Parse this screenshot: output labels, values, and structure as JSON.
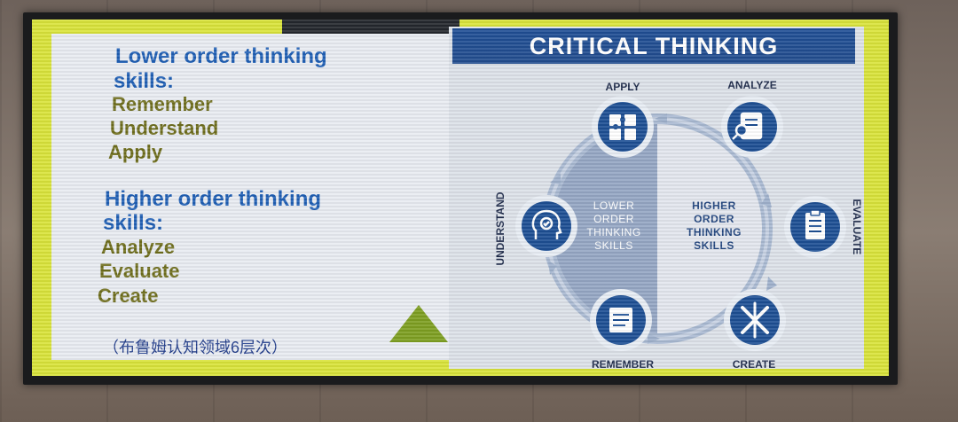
{
  "slide": {
    "left": {
      "lower_heading_1": "Lower order thinking",
      "lower_heading_2": "skills:",
      "lower_items": [
        "Remember",
        "Understand",
        "Apply"
      ],
      "higher_heading_1": "Higher order thinking",
      "higher_heading_2": "skills:",
      "higher_items": [
        "Analyze",
        "Evaluate",
        "Create"
      ],
      "caption": "（布鲁姆认知领域6层次）"
    },
    "right": {
      "title": "CRITICAL THINKING",
      "center_left": [
        "LOWER",
        "ORDER",
        "THINKING",
        "SKILLS"
      ],
      "center_right": [
        "HIGHER",
        "ORDER",
        "THINKING",
        "SKILLS"
      ],
      "nodes": {
        "apply": "APPLY",
        "analyze": "ANALYZE",
        "evaluate": "EVALUATE",
        "create": "CREATE",
        "remember": "REMEMBER",
        "understand": "UNDERSTAND"
      }
    }
  },
  "icons": [
    "puzzle-icon",
    "magnifier-document-icon",
    "clipboard-checklist-icon",
    "pencil-ruler-icon",
    "notepad-icon",
    "head-check-icon",
    "triangle-icon"
  ],
  "colors": {
    "slide_border": "#d9e33a",
    "title_blue": "#1f5fb4",
    "item_olive": "#6e6d1c",
    "title_bar": "#1f4e95",
    "node_blue": "#1d4f94",
    "triangle": "#7e9f22"
  }
}
